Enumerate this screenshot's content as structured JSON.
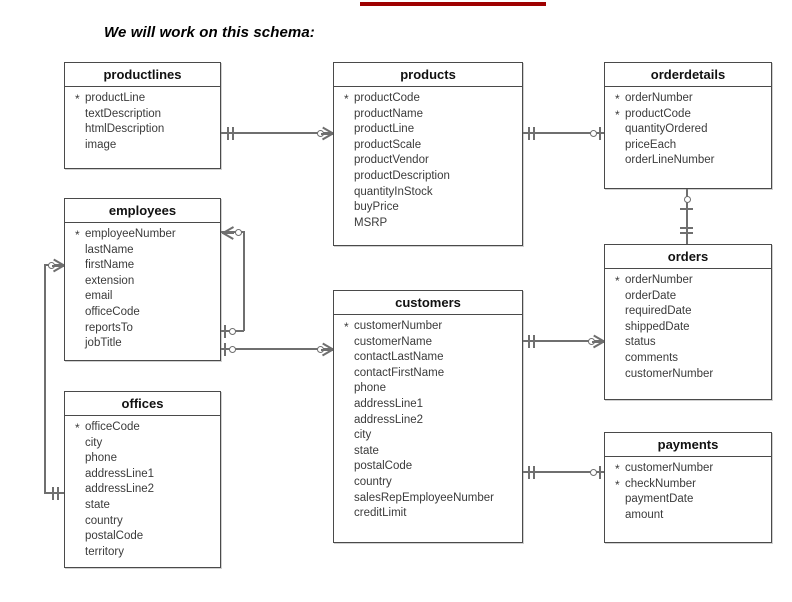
{
  "slide": {
    "title": "We will work on this schema:",
    "accent_color": "#9e0000",
    "line_color": "#6f6f6f",
    "box_border_color": "#4a4a4a",
    "text_color": "#3b3b3b"
  },
  "diagram": {
    "type": "entity-relationship-diagram",
    "notation": "crow's foot",
    "pk_marker": "*",
    "entities": [
      {
        "id": "productlines",
        "name": "productlines",
        "fields": [
          {
            "name": "productLine",
            "pk": true
          },
          {
            "name": "textDescription",
            "pk": false
          },
          {
            "name": "htmlDescription",
            "pk": false
          },
          {
            "name": "image",
            "pk": false
          }
        ]
      },
      {
        "id": "products",
        "name": "products",
        "fields": [
          {
            "name": "productCode",
            "pk": true
          },
          {
            "name": "productName",
            "pk": false
          },
          {
            "name": "productLine",
            "pk": false
          },
          {
            "name": "productScale",
            "pk": false
          },
          {
            "name": "productVendor",
            "pk": false
          },
          {
            "name": "productDescription",
            "pk": false
          },
          {
            "name": "quantityInStock",
            "pk": false
          },
          {
            "name": "buyPrice",
            "pk": false
          },
          {
            "name": "MSRP",
            "pk": false
          }
        ]
      },
      {
        "id": "orderdetails",
        "name": "orderdetails",
        "fields": [
          {
            "name": "orderNumber",
            "pk": true
          },
          {
            "name": "productCode",
            "pk": true
          },
          {
            "name": "quantityOrdered",
            "pk": false
          },
          {
            "name": "priceEach",
            "pk": false
          },
          {
            "name": "orderLineNumber",
            "pk": false
          }
        ]
      },
      {
        "id": "employees",
        "name": "employees",
        "fields": [
          {
            "name": "employeeNumber",
            "pk": true
          },
          {
            "name": "lastName",
            "pk": false
          },
          {
            "name": "firstName",
            "pk": false
          },
          {
            "name": "extension",
            "pk": false
          },
          {
            "name": "email",
            "pk": false
          },
          {
            "name": "officeCode",
            "pk": false
          },
          {
            "name": "reportsTo",
            "pk": false
          },
          {
            "name": "jobTitle",
            "pk": false
          }
        ]
      },
      {
        "id": "offices",
        "name": "offices",
        "fields": [
          {
            "name": "officeCode",
            "pk": true
          },
          {
            "name": "city",
            "pk": false
          },
          {
            "name": "phone",
            "pk": false
          },
          {
            "name": "addressLine1",
            "pk": false
          },
          {
            "name": "addressLine2",
            "pk": false
          },
          {
            "name": "state",
            "pk": false
          },
          {
            "name": "country",
            "pk": false
          },
          {
            "name": "postalCode",
            "pk": false
          },
          {
            "name": "territory",
            "pk": false
          }
        ]
      },
      {
        "id": "customers",
        "name": "customers",
        "fields": [
          {
            "name": "customerNumber",
            "pk": true
          },
          {
            "name": "customerName",
            "pk": false
          },
          {
            "name": "contactLastName",
            "pk": false
          },
          {
            "name": "contactFirstName",
            "pk": false
          },
          {
            "name": "phone",
            "pk": false
          },
          {
            "name": "addressLine1",
            "pk": false
          },
          {
            "name": "addressLine2",
            "pk": false
          },
          {
            "name": "city",
            "pk": false
          },
          {
            "name": "state",
            "pk": false
          },
          {
            "name": "postalCode",
            "pk": false
          },
          {
            "name": "country",
            "pk": false
          },
          {
            "name": "salesRepEmployeeNumber",
            "pk": false
          },
          {
            "name": "creditLimit",
            "pk": false
          }
        ]
      },
      {
        "id": "orders",
        "name": "orders",
        "fields": [
          {
            "name": "orderNumber",
            "pk": true
          },
          {
            "name": "orderDate",
            "pk": false
          },
          {
            "name": "requiredDate",
            "pk": false
          },
          {
            "name": "shippedDate",
            "pk": false
          },
          {
            "name": "status",
            "pk": false
          },
          {
            "name": "comments",
            "pk": false
          },
          {
            "name": "customerNumber",
            "pk": false
          }
        ]
      },
      {
        "id": "payments",
        "name": "payments",
        "fields": [
          {
            "name": "customerNumber",
            "pk": true
          },
          {
            "name": "checkNumber",
            "pk": true
          },
          {
            "name": "paymentDate",
            "pk": false
          },
          {
            "name": "amount",
            "pk": false
          }
        ]
      }
    ],
    "relationships": [
      {
        "from": "productlines",
        "to": "products",
        "from_end": "one-mandatory",
        "to_end": "zero-or-many"
      },
      {
        "from": "products",
        "to": "orderdetails",
        "from_end": "one-mandatory",
        "to_end": "zero-or-one"
      },
      {
        "from": "orderdetails",
        "to": "orders",
        "from_end": "zero-or-one",
        "to_end": "one-mandatory"
      },
      {
        "from": "offices",
        "to": "employees",
        "from_end": "one-mandatory",
        "to_end": "zero-or-many"
      },
      {
        "from": "employees",
        "to": "employees",
        "from_end": "zero-or-many",
        "to_end": "zero-or-one",
        "label": "reportsTo"
      },
      {
        "from": "employees",
        "to": "customers",
        "from_end": "zero-or-one",
        "to_end": "zero-or-many"
      },
      {
        "from": "customers",
        "to": "orders",
        "from_end": "one-mandatory",
        "to_end": "zero-or-many"
      },
      {
        "from": "customers",
        "to": "payments",
        "from_end": "one-mandatory",
        "to_end": "zero-or-one"
      }
    ]
  }
}
